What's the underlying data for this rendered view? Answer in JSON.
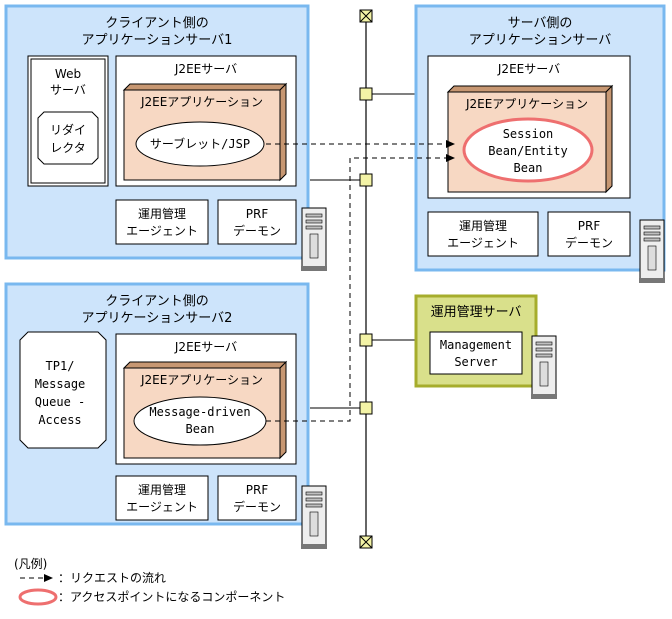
{
  "client_server_1": {
    "title_line1": "クライアント側の",
    "title_line2": "アプリケーションサーバ1",
    "web_server_line1": "Web",
    "web_server_line2": "サーバ",
    "redirector_line1": "リダイ",
    "redirector_line2": "レクタ",
    "j2ee_server": "J2EEサーバ",
    "j2ee_application": "J2EEアプリケーション",
    "component": "サーブレット/JSP",
    "agent_line1": "運用管理",
    "agent_line2": "エージェント",
    "prf_line1": "PRF",
    "prf_line2": "デーモン"
  },
  "server_side": {
    "title_line1": "サーバ側の",
    "title_line2": "アプリケーションサーバ",
    "j2ee_server": "J2EEサーバ",
    "j2ee_application": "J2EEアプリケーション",
    "component_line1": "Session",
    "component_line2": "Bean/Entity",
    "component_line3": "Bean",
    "agent_line1": "運用管理",
    "agent_line2": "エージェント",
    "prf_line1": "PRF",
    "prf_line2": "デーモン"
  },
  "client_server_2": {
    "title_line1": "クライアント側の",
    "title_line2": "アプリケーションサーバ2",
    "tp1_line1": "TP1/",
    "tp1_line2": "Message",
    "tp1_line3": "Queue -",
    "tp1_line4": "Access",
    "j2ee_server": "J2EEサーバ",
    "j2ee_application": "J2EEアプリケーション",
    "component_line1": "Message-driven",
    "component_line2": "Bean",
    "agent_line1": "運用管理",
    "agent_line2": "エージェント",
    "prf_line1": "PRF",
    "prf_line2": "デーモン"
  },
  "management_server": {
    "title": "運用管理サーバ",
    "component_line1": "Management",
    "component_line2": "Server"
  },
  "legend": {
    "title": "(凡例)",
    "request_flow": "：リクエストの流れ",
    "access_point": "：アクセスポイントになるコンポーネント"
  },
  "colors": {
    "server_box_fill": "#cde4fb",
    "server_box_stroke": "#79b8ef",
    "mgmt_fill": "#d9e08b",
    "mgmt_stroke": "#a6ad2c",
    "app_fill": "#f7d8c3",
    "app_side": "#c79772",
    "access_point": "#ee6f6f",
    "node_fill": "#f3f3a6"
  }
}
